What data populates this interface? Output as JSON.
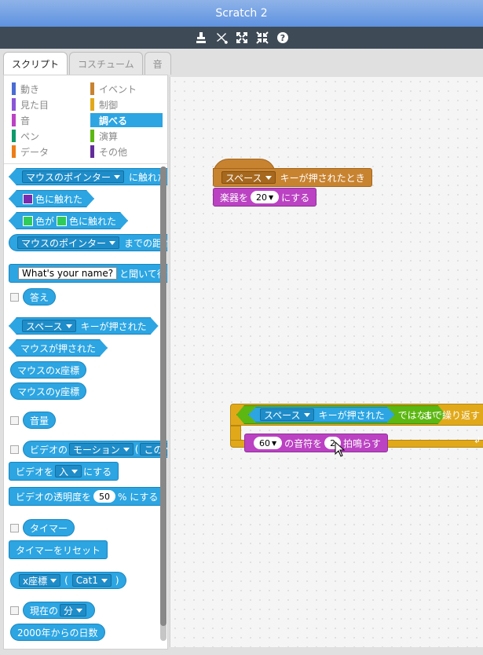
{
  "app": {
    "title": "Scratch 2"
  },
  "toolbar": {
    "icons": [
      "duplicate-stamp-icon",
      "cut-scissors-icon",
      "grow-icon",
      "shrink-icon",
      "help-icon"
    ]
  },
  "tabs": [
    {
      "label": "スクリプト",
      "active": true
    },
    {
      "label": "コスチューム",
      "active": false
    },
    {
      "label": "音",
      "active": false
    }
  ],
  "categories": [
    {
      "label": "動き",
      "color": "#4a6cd4"
    },
    {
      "label": "イベント",
      "color": "#c88330"
    },
    {
      "label": "見た目",
      "color": "#8a55d7"
    },
    {
      "label": "制御",
      "color": "#e1a91a"
    },
    {
      "label": "音",
      "color": "#bb42c3"
    },
    {
      "label": "調べる",
      "color": "#2ca5e2",
      "selected": true
    },
    {
      "label": "ペン",
      "color": "#0e9a6c"
    },
    {
      "label": "演算",
      "color": "#5cb712"
    },
    {
      "label": "データ",
      "color": "#ee7d16"
    },
    {
      "label": "その他",
      "color": "#632d99"
    }
  ],
  "palette": {
    "touching_dd": "マウスのポインター",
    "touching_label": "に触れた",
    "touching_color_label": "色に触れた",
    "color_touching_a": "色が",
    "color_touching_b": "色に触れた",
    "distance_dd": "マウスのポインター",
    "distance_label": "までの距離",
    "ask_text": "What's your name?",
    "ask_label": "と聞いて待つ",
    "answer": "答え",
    "key_dd": "スペース",
    "key_label": "キーが押された",
    "mouse_down": "マウスが押された",
    "mouse_x": "マウスのx座標",
    "mouse_y": "マウスのy座標",
    "loudness": "音量",
    "video_label": "ビデオの",
    "video_dd": "モーション",
    "video_paren": "(",
    "video_dd2": "この",
    "video_set_label": "ビデオを",
    "video_set_dd": "入",
    "video_set_label2": "にする",
    "video_trans_label": "ビデオの透明度を",
    "video_trans_num": "50",
    "video_trans_label2": "% にする",
    "timer": "タイマー",
    "reset_timer": "タイマーをリセット",
    "of_dd": "x座標",
    "of_paren": "(",
    "of_dd2": "Cat1",
    "of_paren_close": ")",
    "current_label": "現在の",
    "current_dd": "分",
    "days_since": "2000年からの日数"
  },
  "workspace": {
    "script1": {
      "hat_dd": "スペース",
      "hat_label": "キーが押されたとき",
      "instr_label": "楽器を",
      "instr_num": "20",
      "instr_label2": "にする"
    },
    "script2": {
      "key_dd": "スペース",
      "key_label": "キーが押された",
      "not_label": "ではない",
      "repeat_label": "まで繰り返す",
      "note_num": "60",
      "note_label": "の音符を",
      "beats_num": "2",
      "beats_label": "拍鳴らす"
    }
  }
}
